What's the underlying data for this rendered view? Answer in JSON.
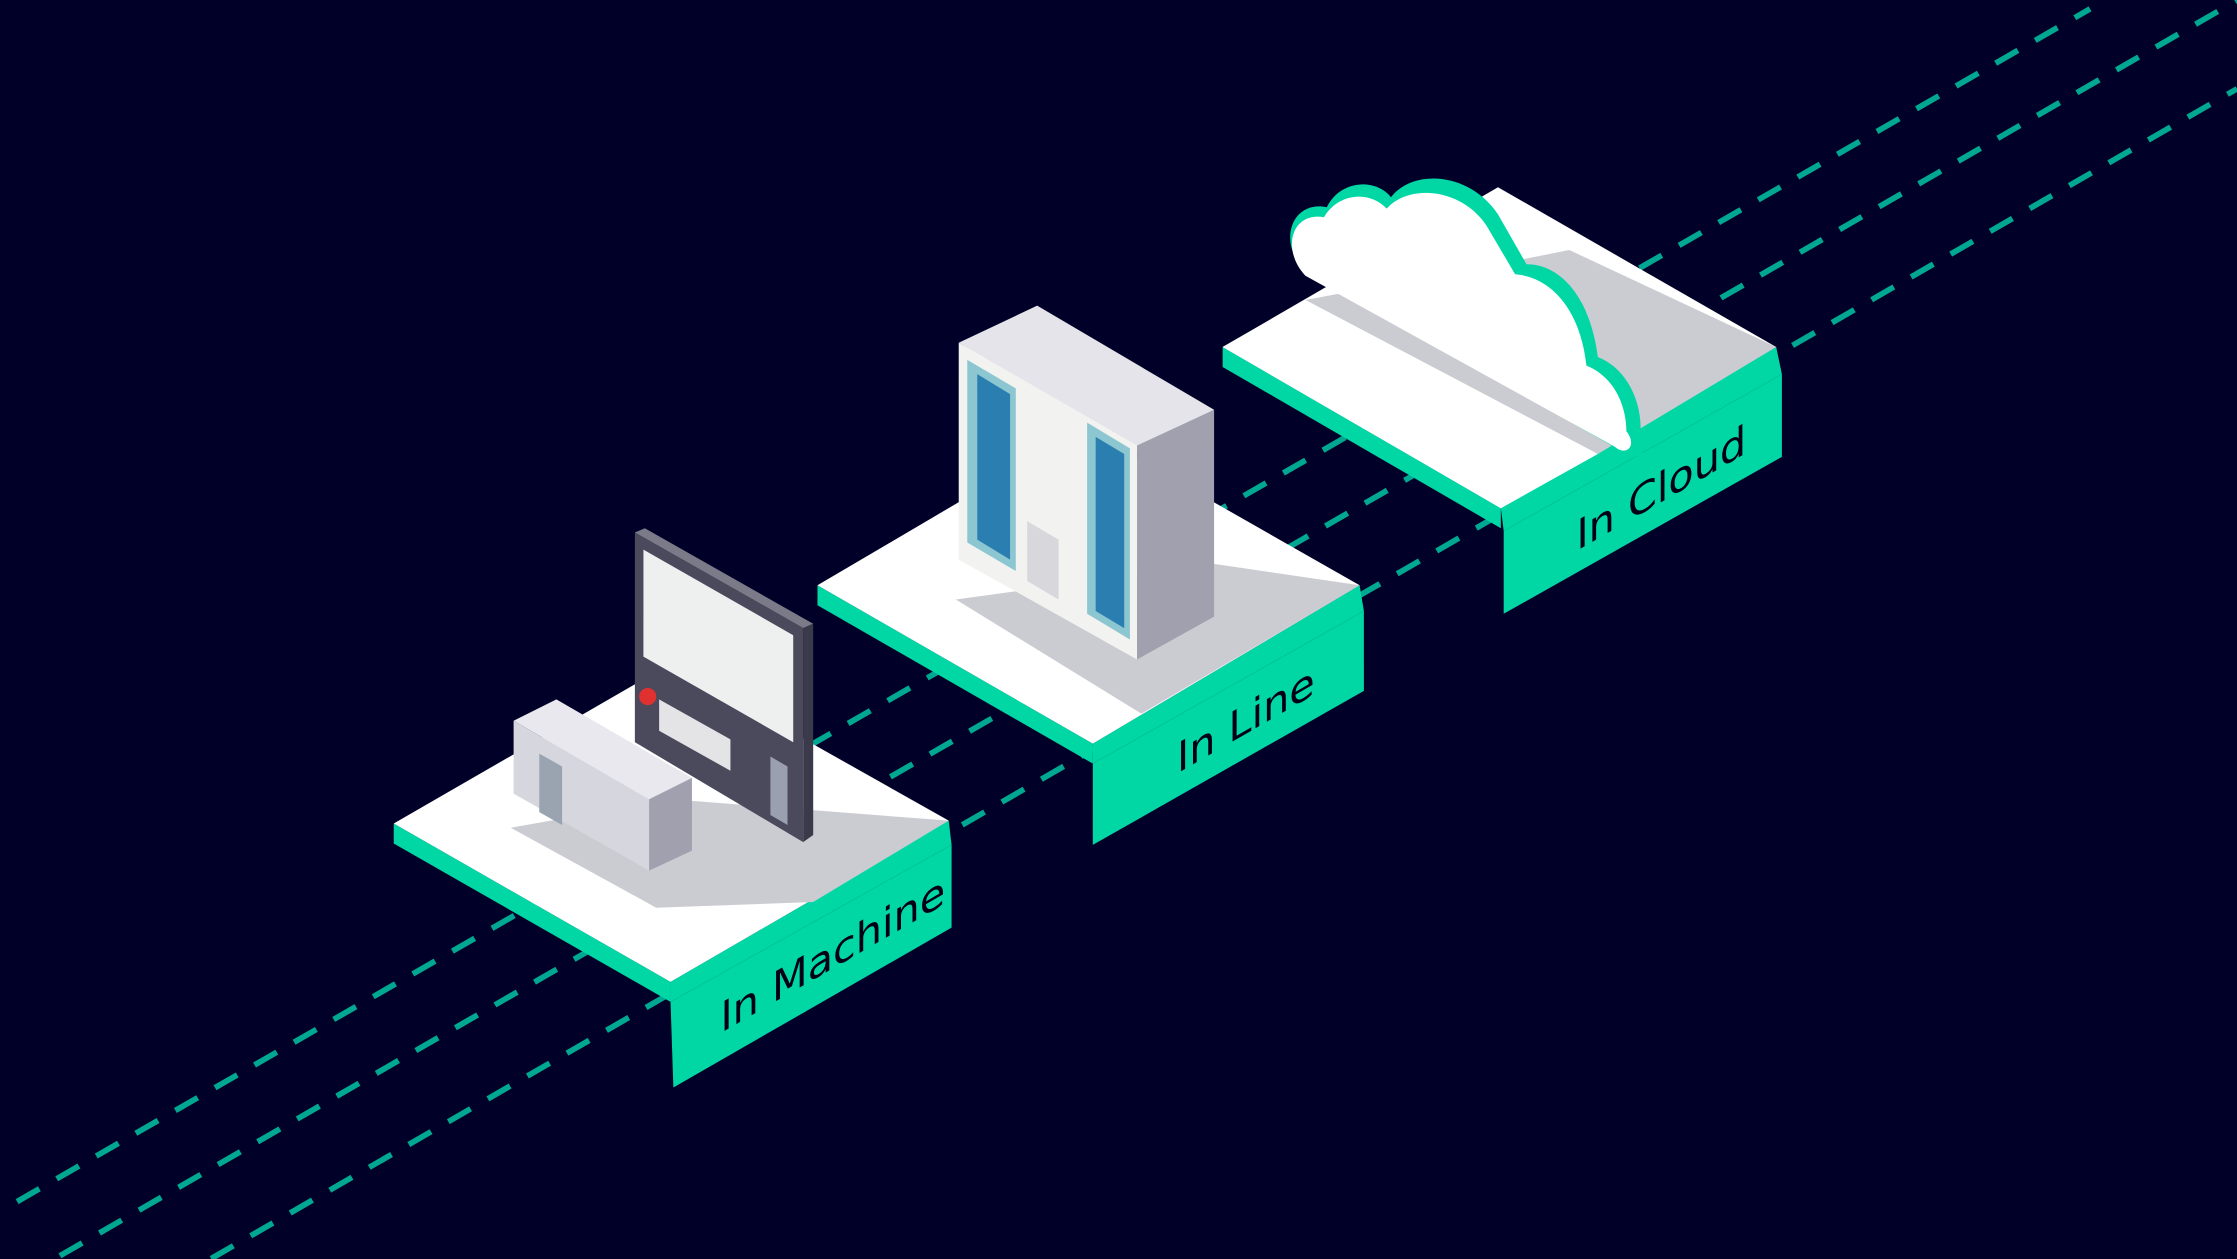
{
  "colors": {
    "background": "#000028",
    "accent": "#00d7a5",
    "dash": "#00a892",
    "platform": "#ffffff",
    "shadow": "#cbcbd2"
  },
  "stages": [
    {
      "label": "In Machine",
      "icon": "cnc-controller-icon"
    },
    {
      "label": "In Line",
      "icon": "server-cabinet-icon"
    },
    {
      "label": "In Cloud",
      "icon": "cloud-icon"
    }
  ]
}
